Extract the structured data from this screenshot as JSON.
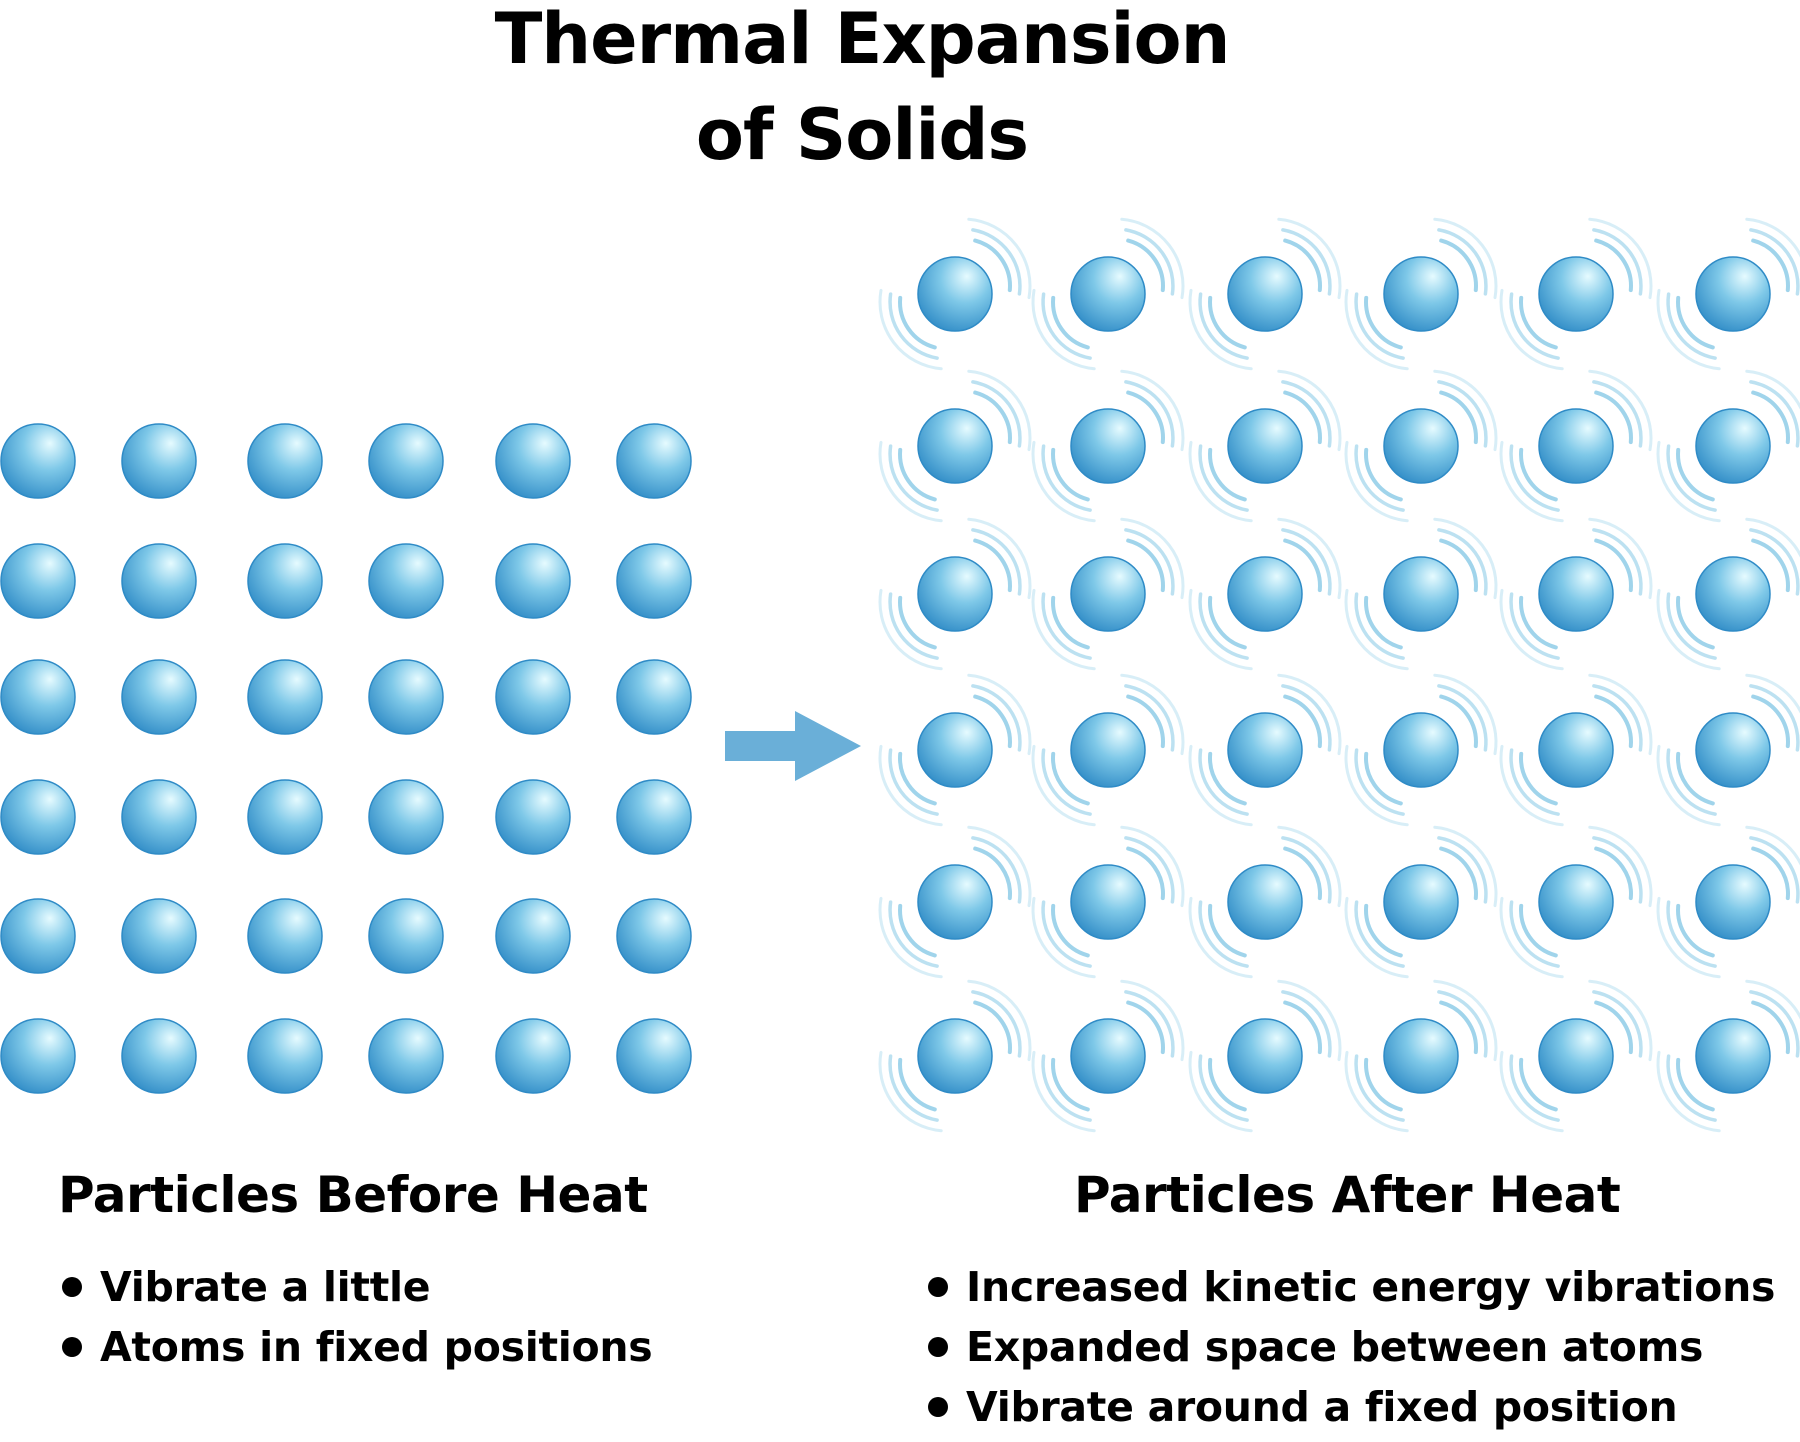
{
  "title": {
    "line1": "Thermal Expansion",
    "line2": "of Solids"
  },
  "grid": {
    "rows": 6,
    "columns": 6
  },
  "colors": {
    "particle_light": "#e6fbff",
    "particle_mid": "#7ec8e8",
    "particle_dark": "#2f8bc6",
    "vibration_arc": "#8fcde8",
    "arrow": "#6aafd8",
    "text": "#000000"
  },
  "before": {
    "heading": "Particles Before Heat",
    "bullets": [
      "Vibrate a little",
      "Atoms in fixed positions"
    ]
  },
  "after": {
    "heading": "Particles After Heat",
    "bullets": [
      "Increased kinetic energy vibrations",
      "Expanded space between atoms",
      "Vibrate around a fixed position"
    ]
  }
}
